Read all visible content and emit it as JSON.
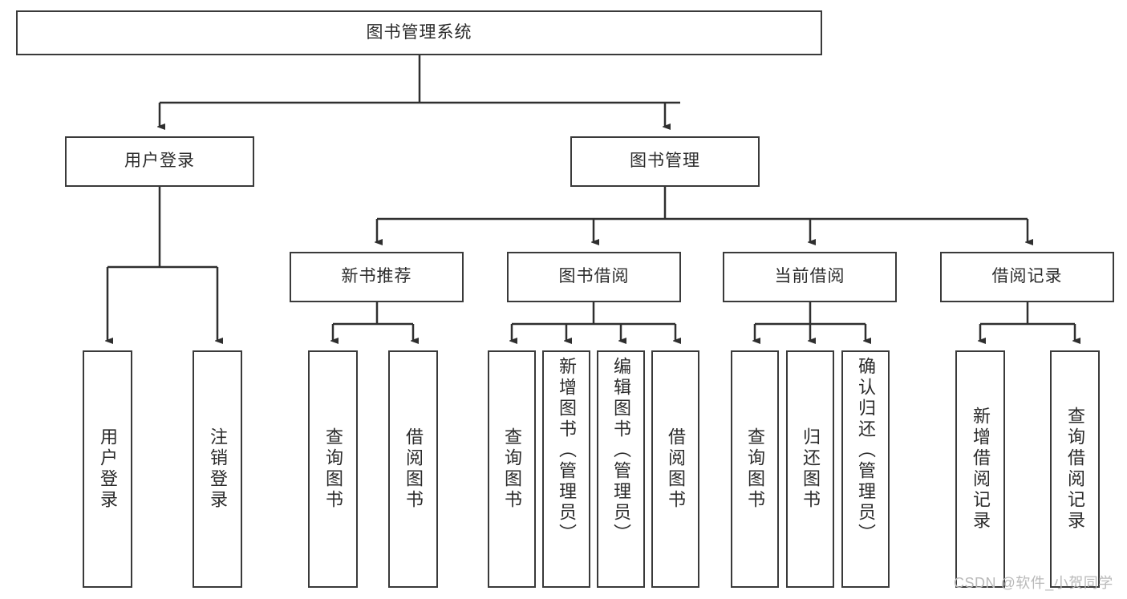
{
  "diagram": {
    "title_node": {
      "label": "图书管理系统"
    },
    "level2": [
      {
        "id": "user-login",
        "label": "用户登录"
      },
      {
        "id": "book-management",
        "label": "图书管理"
      }
    ],
    "level3": [
      {
        "id": "new-book-recommend",
        "label": "新书推荐"
      },
      {
        "id": "book-borrow",
        "label": "图书借阅"
      },
      {
        "id": "current-borrow",
        "label": "当前借阅"
      },
      {
        "id": "borrow-record",
        "label": "借阅记录"
      }
    ],
    "leaves": {
      "user_login": [
        {
          "id": "leaf-user-login",
          "label": "用户登录"
        },
        {
          "id": "leaf-logout-login",
          "label": "注销登录"
        }
      ],
      "new_book_recommend": [
        {
          "id": "leaf-query-book-1",
          "label": "查询图书"
        },
        {
          "id": "leaf-borrow-book-1",
          "label": "借阅图书"
        }
      ],
      "book_borrow": [
        {
          "id": "leaf-query-book-2",
          "label": "查询图书"
        },
        {
          "id": "leaf-add-book",
          "label": "新增图书（管理员）"
        },
        {
          "id": "leaf-edit-book",
          "label": "编辑图书（管理员）"
        },
        {
          "id": "leaf-borrow-book-2",
          "label": "借阅图书"
        }
      ],
      "current_borrow": [
        {
          "id": "leaf-query-book-3",
          "label": "查询图书"
        },
        {
          "id": "leaf-return-book",
          "label": "归还图书"
        },
        {
          "id": "leaf-confirm-return",
          "label": "确认归还（管理员）"
        }
      ],
      "borrow_record": [
        {
          "id": "leaf-add-record",
          "label": "新增借阅记录"
        },
        {
          "id": "leaf-query-record",
          "label": "查询借阅记录"
        }
      ]
    }
  },
  "watermark": {
    "text": "CSDN @软件_小贺同学"
  },
  "colors": {
    "border": "#3a3a3a",
    "text": "#2b2b2b",
    "background": "#ffffff",
    "watermark": "#b9b9b9"
  }
}
